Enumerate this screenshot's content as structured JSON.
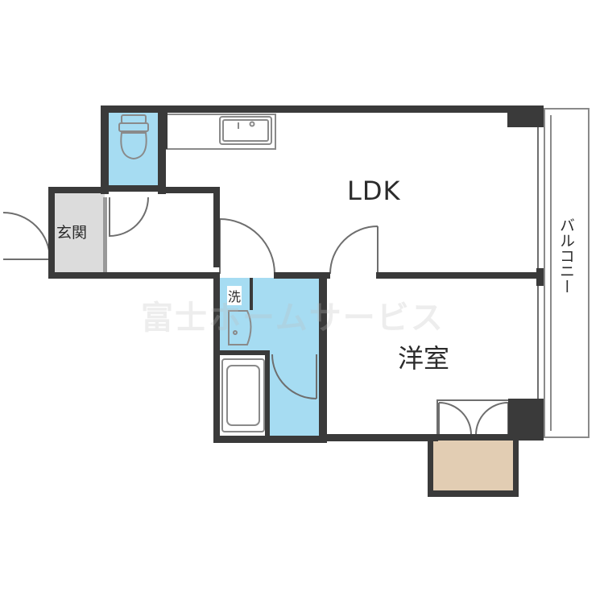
{
  "rooms": {
    "ldk": "LDK",
    "youshitsu": "洋室",
    "genkan": "玄関",
    "sen": "洗",
    "balcony": "バルコニー"
  },
  "watermark": "富士ホームサービス",
  "colors": {
    "wall": "#3a3a3a",
    "wet_area": "#a6dcf2",
    "entrance_floor": "#dcdcdc",
    "storage_floor": "#e2cdb3",
    "fixture_outline": "#8a8a8a",
    "background": "#ffffff"
  }
}
